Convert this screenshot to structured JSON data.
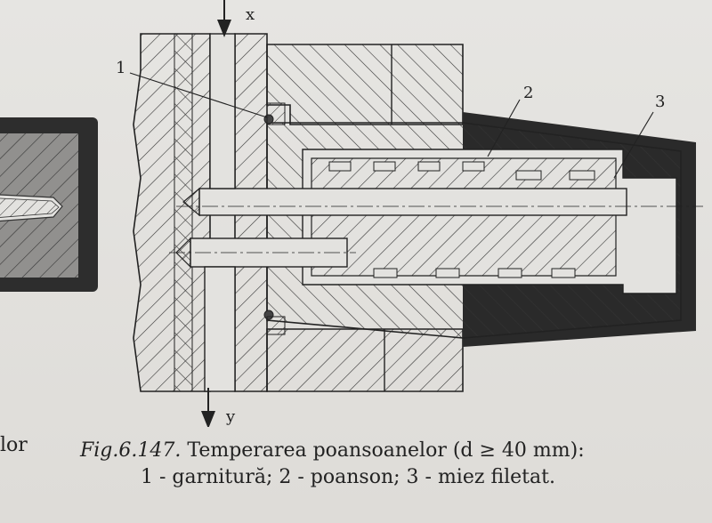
{
  "figure": {
    "axis_x_label": "x",
    "axis_y_label": "y",
    "callouts": [
      "1",
      "2",
      "3"
    ]
  },
  "caption": {
    "fig_ref": "Fig.6.147.",
    "title": "Temperarea poansoanelor (d ≥ 40 mm):",
    "legend": "1 - garnitură; 2 - poanson; 3 - miez filetat."
  },
  "margin_text": "lor",
  "colors": {
    "paper": "#e3e2df",
    "ink": "#222222",
    "dark_outline": "#2a2a2a"
  }
}
